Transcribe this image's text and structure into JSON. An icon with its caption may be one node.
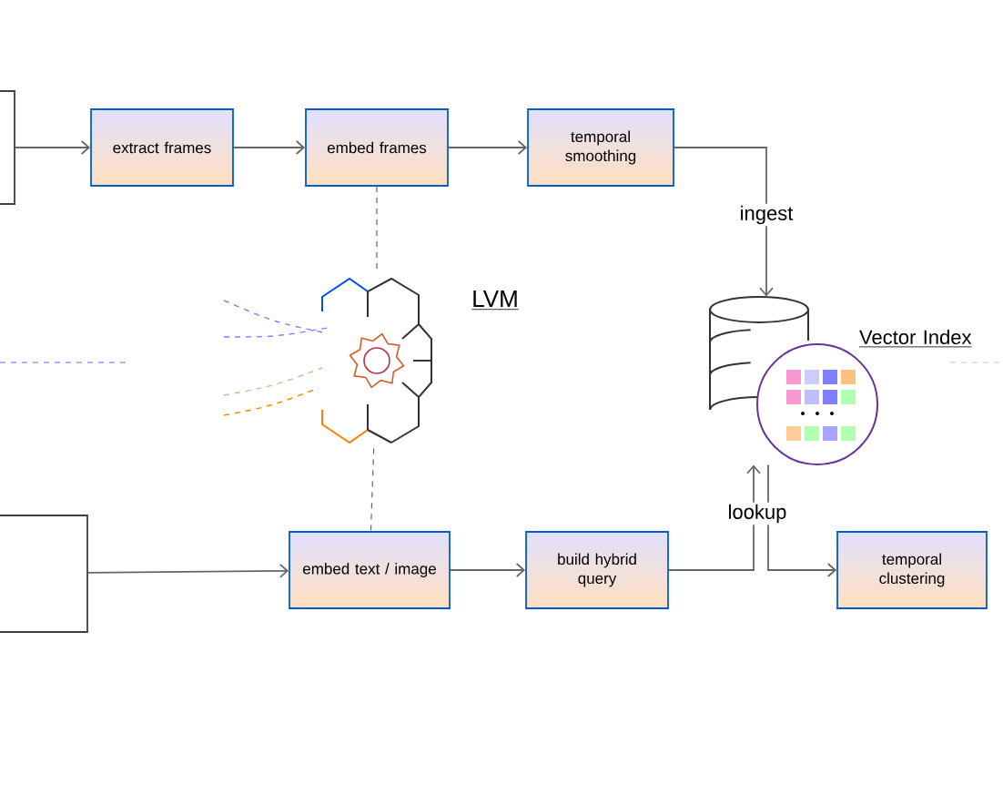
{
  "diagram": {
    "nodes": [
      {
        "text": [],
        "shape": "box"
      },
      {
        "text": [
          "extract frames"
        ]
      },
      {
        "text": [
          "embed frames"
        ]
      },
      {
        "text": [
          "temporal smoothing"
        ]
      },
      {
        "text": [],
        "shape": "picture",
        "beside": [
          "LVM"
        ]
      },
      {
        "text": [],
        "shape": "cylinder",
        "beside": [
          "Vector Index"
        ]
      },
      {
        "text": [],
        "shape": "box"
      },
      {
        "text": [
          "embed text / image"
        ]
      },
      {
        "text": [
          "build hybrid query"
        ]
      },
      {
        "text": [
          "temporal clustering"
        ]
      }
    ],
    "edges": [
      {
        "from": 0,
        "to": 1,
        "arrow": "to"
      },
      {
        "from": 1,
        "to": 2,
        "arrow": "to"
      },
      {
        "from": 2,
        "to": 3,
        "arrow": "to"
      },
      {
        "from": 3,
        "to": 5,
        "arrow": "to",
        "label": "ingest"
      },
      {
        "from": 2,
        "to": 4,
        "arrow": "none",
        "style": "dashed"
      },
      {
        "from": 4,
        "to": 7,
        "arrow": "none",
        "style": "dashed"
      },
      {
        "from": 6,
        "to": 7,
        "arrow": "to"
      },
      {
        "from": 7,
        "to": 8,
        "arrow": "to"
      },
      {
        "from": 8,
        "to": 5,
        "arrow": "to",
        "label": "lookup"
      },
      {
        "from": 5,
        "to": 9,
        "arrow": "to"
      }
    ]
  }
}
